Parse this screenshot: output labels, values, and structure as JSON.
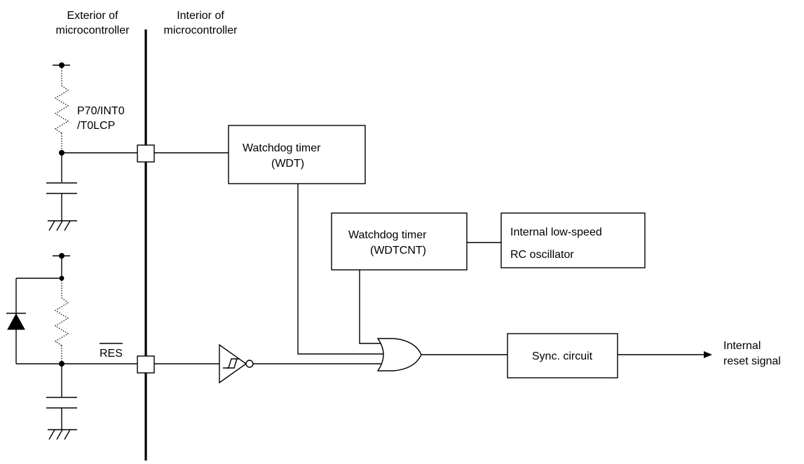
{
  "labels": {
    "exterior_line1": "Exterior of",
    "exterior_line2": "microcontroller",
    "interior_line1": "Interior of",
    "interior_line2": "microcontroller",
    "pin_p70_line1": "P70/INT0",
    "pin_p70_line2": "/T0LCP",
    "pin_res": "RES",
    "output_line1": "Internal",
    "output_line2": "reset signal"
  },
  "blocks": {
    "wdt_line1": "Watchdog timer",
    "wdt_line2": "(WDT)",
    "wdtcnt_line1": "Watchdog timer",
    "wdtcnt_line2": "(WDTCNT)",
    "osc_line1": "Internal low-speed",
    "osc_line2": "RC oscillator",
    "sync": "Sync. circuit"
  }
}
